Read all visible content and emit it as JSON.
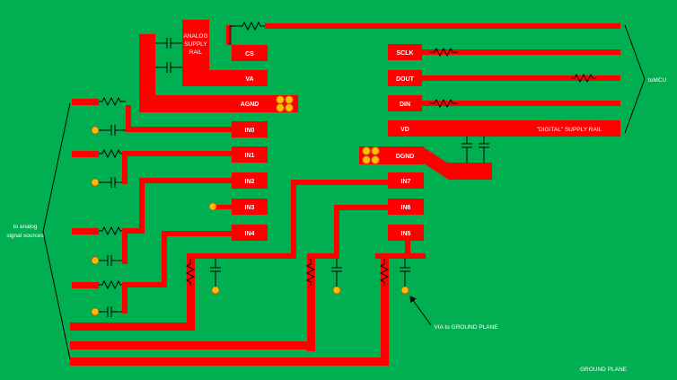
{
  "colors": {
    "ground_plane": "#00b050",
    "trace": "#ff0000",
    "via_fill": "#ffc000",
    "via_stroke": "#c55a11",
    "text": "#ffffff",
    "wire": "#000000"
  },
  "pins": {
    "cs": "CS",
    "va": "VA",
    "agnd": "AGND",
    "in0": "IN0",
    "in1": "IN1",
    "in2": "IN2",
    "in3": "IN3",
    "in4": "IN4",
    "sclk": "SCLK",
    "dout": "DOUT",
    "din": "DIN",
    "vd": "VD",
    "dgnd": "DGND",
    "in7": "IN7",
    "in6": "IN6",
    "in5": "IN5"
  },
  "labels": {
    "analog_rail": [
      "ANALOG",
      "SUPPLY",
      "RAIL"
    ],
    "digital_rail": "\"DIGITAL\" SUPPLY RAIL",
    "to_mcu": "toMCU",
    "to_analog": [
      "to analog",
      "signal sources"
    ],
    "via_note": "VIA to GROUND PLANE",
    "ground_plane": "GROUND PLANE"
  },
  "icons": {
    "via": "via-icon",
    "resistor": "resistor-icon",
    "capacitor": "capacitor-icon",
    "brace": "curly-brace-icon",
    "arrow": "arrow-icon"
  }
}
